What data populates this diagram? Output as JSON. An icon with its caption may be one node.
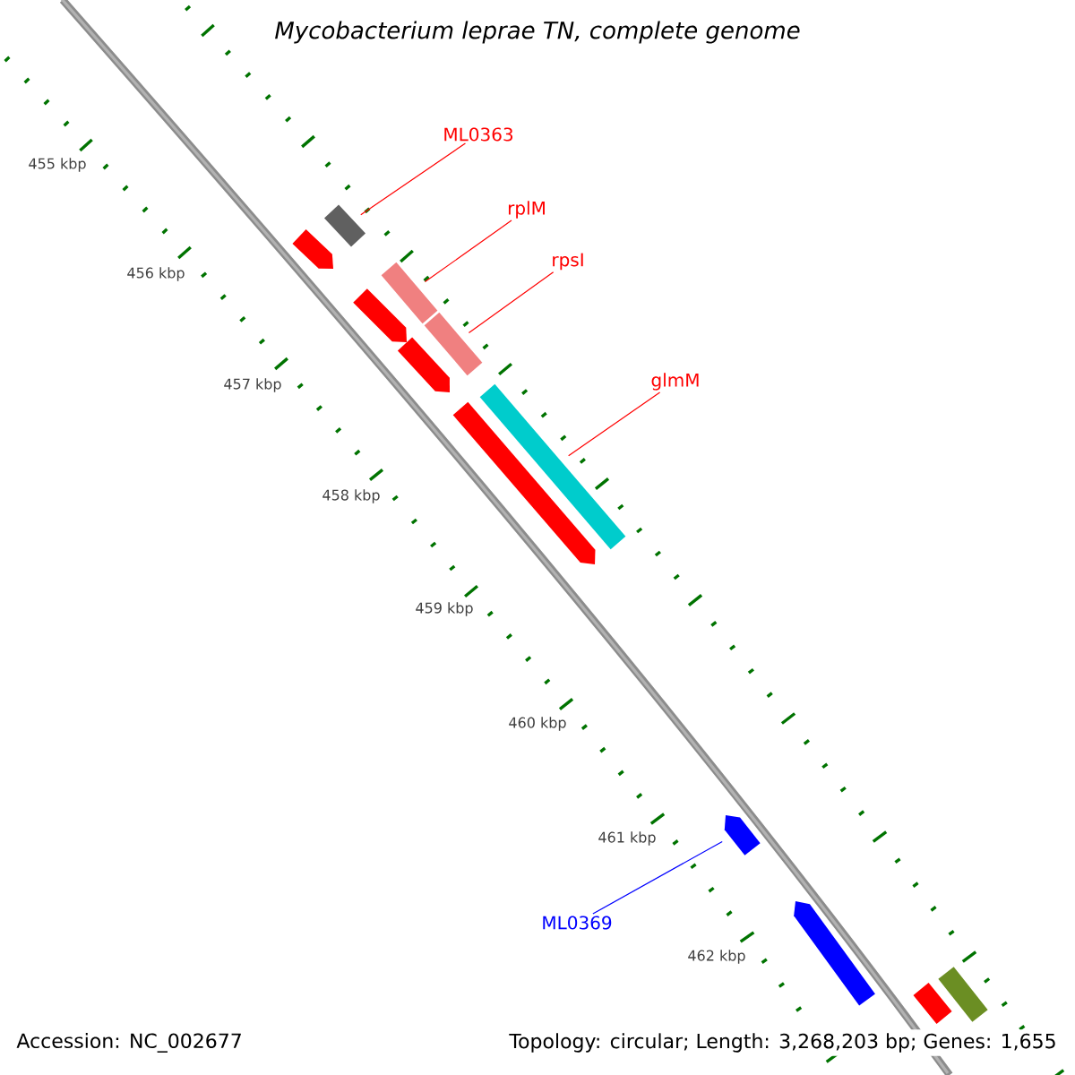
{
  "diagram": {
    "title": "Mycobacterium leprae TN, complete genome",
    "nodes": [
      {
        "text": [
          "ML0363"
        ]
      },
      {
        "text": [],
        "shape": "box"
      },
      {
        "text": [
          "rplM"
        ]
      },
      {
        "text": [],
        "shape": "box"
      },
      {
        "text": [
          "rpsI"
        ]
      },
      {
        "text": [],
        "shape": "box"
      },
      {
        "text": [
          "glmM"
        ]
      },
      {
        "text": [],
        "shape": "box"
      },
      {
        "text": [
          "ML0369"
        ]
      },
      {
        "text": [],
        "shape": "arrow"
      },
      {
        "text": [],
        "shape": "arrow"
      },
      {
        "text": [],
        "shape": "arrow"
      },
      {
        "text": [],
        "shape": "arrow"
      },
      {
        "text": [],
        "shape": "arrow"
      },
      {
        "text": [],
        "shape": "arrow"
      },
      {
        "text": [],
        "shape": "box"
      },
      {
        "text": [],
        "shape": "box"
      }
    ],
    "edges": [
      {
        "from": 0,
        "to": 1,
        "arrow": "none"
      },
      {
        "from": 2,
        "to": 3,
        "arrow": "none"
      },
      {
        "from": 4,
        "to": 5,
        "arrow": "none"
      },
      {
        "from": 6,
        "to": 7,
        "arrow": "none"
      },
      {
        "from": 8,
        "to": 9,
        "arrow": "none",
        "color": "#0000ff"
      }
    ],
    "labels": [
      "455 kbp",
      "456 kbp",
      "457 kbp",
      "458 kbp",
      "459 kbp",
      "460 kbp",
      "461 kbp",
      "462 kbp",
      "Accession: NC_002677",
      "Topology: circular; Length: 3,268,203 bp; Genes: 1,655"
    ]
  }
}
